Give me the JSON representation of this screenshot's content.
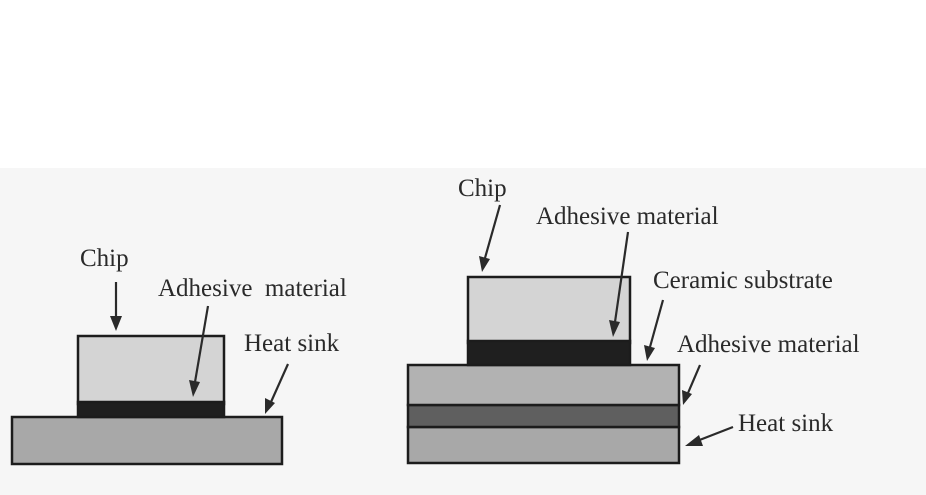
{
  "colors": {
    "background": "#ffffff",
    "backdrop": "#f6f6f6",
    "chip": "#d4d4d4",
    "adhesive_dark": "#1f1f1f",
    "adhesive_mid": "#5f5f5f",
    "ceramic_substrate": "#b2b2b2",
    "heat_sink": "#a8a8a8",
    "outline": "#1c1c1c"
  },
  "left": {
    "chip_label": "Chip",
    "adhesive_label": "Adhesive  material",
    "heat_sink_label": "Heat sink"
  },
  "right": {
    "chip_label": "Chip",
    "adhesive_top_label": "Adhesive material",
    "ceramic_label": "Ceramic substrate",
    "adhesive_bottom_label": "Adhesive material",
    "heat_sink_label": "Heat sink"
  }
}
